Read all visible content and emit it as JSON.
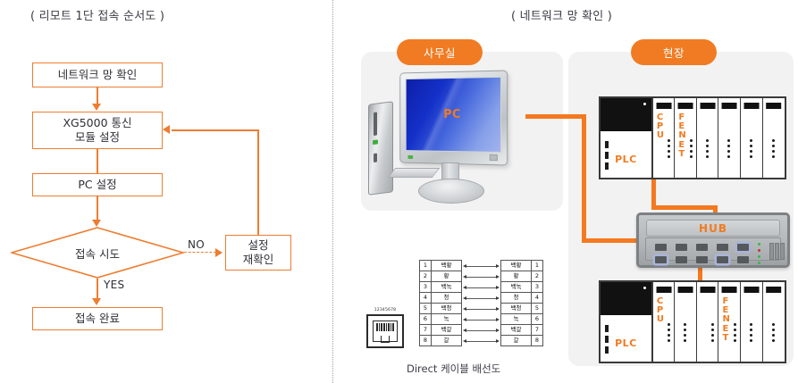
{
  "left_panel": {
    "title": "( 리모트 1단 접속 순서도 )",
    "nodes": [
      {
        "id": "n1",
        "label": "네트워크 망 확인",
        "shape": "rect"
      },
      {
        "id": "n2",
        "label": "XG5000 통신\n모듈 설정",
        "line1": "XG5000 통신",
        "line2": "모듈 설정",
        "shape": "rect"
      },
      {
        "id": "n3",
        "label": "PC 설정",
        "shape": "rect"
      },
      {
        "id": "n4",
        "label": "접속 시도",
        "shape": "diamond"
      },
      {
        "id": "n5",
        "label": "접속 완료",
        "shape": "rect"
      },
      {
        "id": "n6",
        "line1": "설정",
        "line2": "재확인",
        "shape": "rect"
      }
    ],
    "edge_labels": {
      "no": "NO",
      "yes": "YES"
    }
  },
  "right_panel": {
    "title": "( 네트워크 망 확인 )",
    "office_badge": "사무실",
    "field_badge": "현장",
    "pc_label": "PC",
    "hub_label": "HUB",
    "rack_top": {
      "psu_label": "PLC",
      "slots": [
        {
          "name": "CPU",
          "letters": [
            "C",
            "P",
            "U"
          ],
          "dots": 4
        },
        {
          "name": "FENET",
          "letters": [
            "F",
            "E",
            "N",
            "E",
            "T"
          ],
          "dots": 4
        },
        {
          "name": "",
          "letters": [],
          "dots": 4
        },
        {
          "name": "",
          "letters": [],
          "dots": 4
        },
        {
          "name": "",
          "letters": [],
          "dots": 4
        },
        {
          "name": "",
          "letters": [],
          "dots": 4
        }
      ]
    },
    "rack_bottom": {
      "psu_label": "PLC",
      "slots": [
        {
          "name": "CPU",
          "letters": [
            "C",
            "P",
            "U"
          ],
          "dots": 4
        },
        {
          "name": "",
          "letters": [],
          "dots": 4
        },
        {
          "name": "",
          "letters": [],
          "dots": 4
        },
        {
          "name": "FENET",
          "letters": [
            "F",
            "E",
            "N",
            "E",
            "T"
          ],
          "dots": 4
        },
        {
          "name": "",
          "letters": [],
          "dots": 4
        },
        {
          "name": "",
          "letters": [],
          "dots": 4
        }
      ]
    },
    "cable_caption": "Direct 케이블 배선도",
    "rj45_pin_numbers": "12345678",
    "wiring": {
      "rows": [
        {
          "left_num": "1",
          "left_color": "백황",
          "right_color": "백황",
          "right_num": "1"
        },
        {
          "left_num": "2",
          "left_color": "황",
          "right_color": "황",
          "right_num": "2"
        },
        {
          "left_num": "3",
          "left_color": "백녹",
          "right_color": "백녹",
          "right_num": "3"
        },
        {
          "left_num": "4",
          "left_color": "청",
          "right_color": "청",
          "right_num": "4"
        },
        {
          "left_num": "5",
          "left_color": "백청",
          "right_color": "백청",
          "right_num": "5"
        },
        {
          "left_num": "6",
          "left_color": "녹",
          "right_color": "녹",
          "right_num": "6"
        },
        {
          "left_num": "7",
          "left_color": "백갈",
          "right_color": "백갈",
          "right_num": "7"
        },
        {
          "left_num": "8",
          "left_color": "갈",
          "right_color": "갈",
          "right_num": "8"
        }
      ]
    }
  },
  "colors": {
    "accent_orange": "#ED7D31",
    "badge_orange": "#F07B22",
    "cable_orange": "#F4791F",
    "zone_gray": "#f2f2f2",
    "text_dark": "#2f2f36"
  }
}
